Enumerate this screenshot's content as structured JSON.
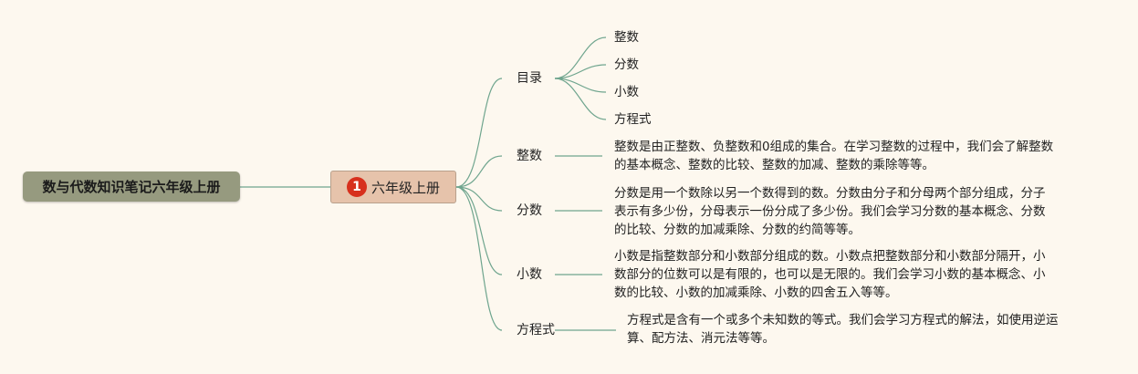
{
  "root": {
    "label": "数与代数知识笔记六年级上册"
  },
  "branch": {
    "number": "1",
    "label": "六年级上册"
  },
  "toc": {
    "label": "目录",
    "items": [
      "整数",
      "分数",
      "小数",
      "方程式"
    ]
  },
  "sections": [
    {
      "label": "整数",
      "lines": [
        "整数是由正整数、负整数和0组成的集合。在学习整数的过程中，我们会了解整数",
        "的基本概念、整数的比较、整数的加减、整数的乘除等等。"
      ]
    },
    {
      "label": "分数",
      "lines": [
        "分数是用一个数除以另一个数得到的数。分数由分子和分母两个部分组成，分子",
        "表示有多少份，分母表示一份分成了多少份。我们会学习分数的基本概念、分数",
        "的比较、分数的加减乘除、分数的约简等等。"
      ]
    },
    {
      "label": "小数",
      "lines": [
        "小数是指整数部分和小数部分组成的数。小数点把整数部分和小数部分隔开，小",
        "数部分的位数可以是有限的，也可以是无限的。我们会学习小数的基本概念、小",
        "数的比较、小数的加减乘除、小数的四舍五入等等。"
      ]
    },
    {
      "label": "方程式",
      "lines": [
        "方程式是含有一个或多个未知数的等式。我们会学习方程式的解法，如使用逆运",
        "算、配方法、消元法等等。"
      ]
    }
  ],
  "colors": {
    "background": "#fdf8ef",
    "root_fill": "#969a7f",
    "branch_fill": "#e6c3ab",
    "badge": "#d7301d",
    "connector": "#6fa58e"
  }
}
